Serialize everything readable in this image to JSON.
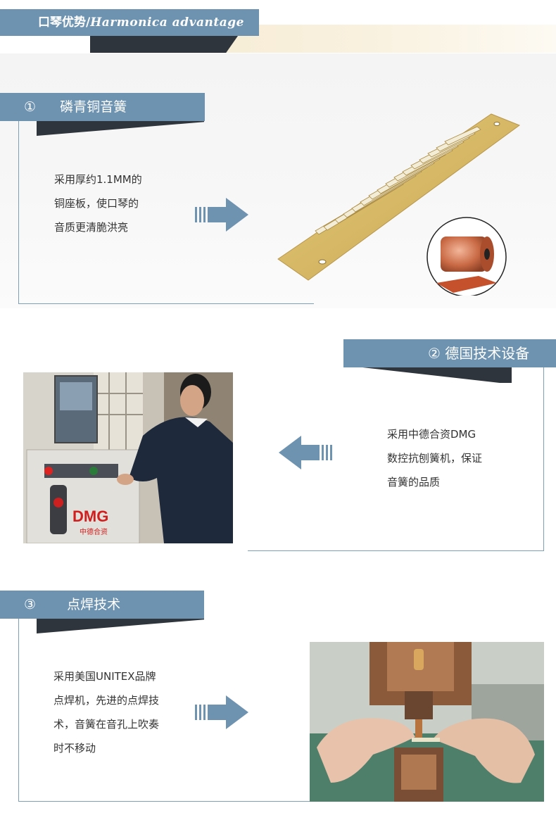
{
  "header": {
    "title_cn": "口琴优势/",
    "title_en": "Harmonica  advantage"
  },
  "sections": [
    {
      "number": "①",
      "title": "磷青铜音簧",
      "lines": [
        "采用厚约1.1MM的",
        "铜座板，使口琴的",
        "音质更清脆洪亮"
      ]
    },
    {
      "number": "②",
      "title": "德国技术设备",
      "lines": [
        "采用中德合资DMG",
        "数控抗刨簧机，保证",
        "音簧的品质"
      ],
      "photo_texts": {
        "brand": "DMG",
        "brand_sub": "中德合资"
      }
    },
    {
      "number": "③",
      "title": "点焊技术",
      "lines": [
        "采用美国UNITEX品牌",
        "点焊机，先进的点焊技",
        "术，音簧在音孔上吹奏",
        "时不移动"
      ]
    }
  ],
  "colors": {
    "accent_blue": "#6e93b0",
    "dark_shadow": "#2f353c",
    "arrow_blue": "#6e93b0",
    "gold": "#d8bb6a"
  }
}
